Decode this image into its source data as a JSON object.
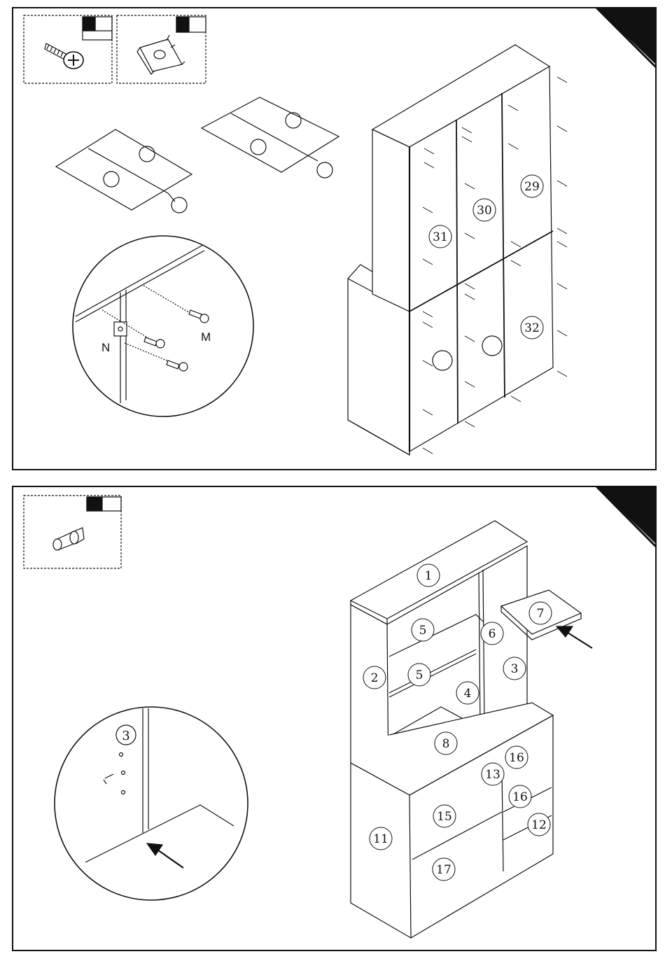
{
  "panels": [
    {
      "detail_letters": [
        "N",
        "M"
      ],
      "callouts": [
        "29",
        "30",
        "31",
        "32"
      ]
    },
    {
      "callouts": [
        "1",
        "2",
        "3",
        "4",
        "5",
        "5",
        "6",
        "7",
        "8",
        "11",
        "12",
        "13",
        "15",
        "16",
        "16",
        "17"
      ],
      "detail_callout": "3"
    }
  ],
  "colors": {
    "line": "#111111",
    "ink": "#111111",
    "paper": "#ffffff"
  },
  "icons": [
    "screw-icon",
    "bracket-icon",
    "shelf-pin-icon",
    "arrow-icon"
  ]
}
